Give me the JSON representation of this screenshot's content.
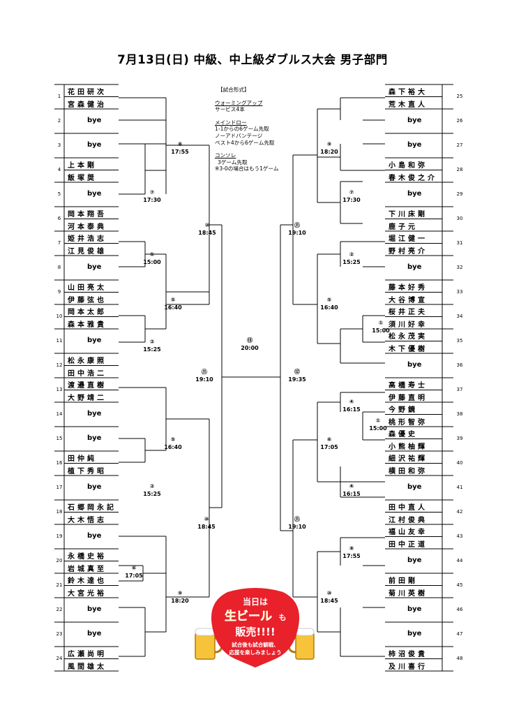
{
  "title": "7月13日(日)  中級、中上級ダブルス大会  男子部門",
  "rules": {
    "heading": "【試合形式】",
    "warmup_label": "ウォーミングアップ",
    "warmup_value": "サービス4本",
    "main_label": "メインドロー",
    "main_lines": [
      "1-1からの6ゲーム先取",
      "ノーアドバンテージ",
      "ベスト4から6ゲーム先取"
    ],
    "consolation_label": "コンソレ",
    "consolation_lines": [
      "3ゲーム先取",
      "※3-0の場合はもう1ゲーム"
    ]
  },
  "left_entries": [
    {
      "seed": "1",
      "players": [
        "花田研次",
        "宮森健治"
      ]
    },
    {
      "seed": "2",
      "players": [
        "bye"
      ]
    },
    {
      "seed": "3",
      "players": [
        "bye"
      ]
    },
    {
      "seed": "4",
      "players": [
        "上本剛",
        "飯塚奨"
      ]
    },
    {
      "seed": "5",
      "players": [
        "bye"
      ]
    },
    {
      "seed": "6",
      "players": [
        "岡本翔吾",
        "河本泰典"
      ]
    },
    {
      "seed": "7",
      "players": [
        "姫井浩志",
        "江見俊雄"
      ]
    },
    {
      "seed": "8",
      "players": [
        "bye"
      ]
    },
    {
      "seed": "9",
      "players": [
        "山田亮太",
        "伊藤弦也"
      ]
    },
    {
      "seed": "10",
      "players": [
        "岡本太郎",
        "森本雅貴"
      ]
    },
    {
      "seed": "11",
      "players": [
        "bye"
      ]
    },
    {
      "seed": "12",
      "players": [
        "松永康照",
        "田中浩二"
      ]
    },
    {
      "seed": "13",
      "players": [
        "渡邉直樹",
        "大野靖二"
      ]
    },
    {
      "seed": "14",
      "players": [
        "bye"
      ]
    },
    {
      "seed": "15",
      "players": [
        "bye"
      ]
    },
    {
      "seed": "16",
      "players": [
        "田仲純",
        "植下秀昭"
      ]
    },
    {
      "seed": "17",
      "players": [
        "bye"
      ]
    },
    {
      "seed": "18",
      "players": [
        "石郷岡永記",
        "大木悟志"
      ]
    },
    {
      "seed": "19",
      "players": [
        "bye"
      ]
    },
    {
      "seed": "20",
      "players": [
        "永橋史裕",
        "岩城真至"
      ]
    },
    {
      "seed": "21",
      "players": [
        "鈴木達也",
        "大宮光裕"
      ]
    },
    {
      "seed": "22",
      "players": [
        "bye"
      ]
    },
    {
      "seed": "23",
      "players": [
        "bye"
      ]
    },
    {
      "seed": "24",
      "players": [
        "広瀬尚明",
        "風間雄太"
      ]
    }
  ],
  "right_entries": [
    {
      "seed": "25",
      "players": [
        "森下裕大",
        "荒木直人"
      ]
    },
    {
      "seed": "26",
      "players": [
        "bye"
      ]
    },
    {
      "seed": "27",
      "players": [
        "bye"
      ]
    },
    {
      "seed": "28",
      "players": [
        "小島和弥",
        "春木俊之介"
      ]
    },
    {
      "seed": "29",
      "players": [
        "bye"
      ]
    },
    {
      "seed": "30",
      "players": [
        "下川床剛",
        "鹿子元"
      ]
    },
    {
      "seed": "31",
      "players": [
        "堀江健一",
        "野村亮介"
      ]
    },
    {
      "seed": "32",
      "players": [
        "bye"
      ]
    },
    {
      "seed": "33",
      "players": [
        "藤本好秀",
        "大谷博宣"
      ]
    },
    {
      "seed": "34",
      "players": [
        "桜井正夫",
        "須川好幸"
      ]
    },
    {
      "seed": "35",
      "players": [
        "松永茂実",
        "木下優樹"
      ]
    },
    {
      "seed": "36",
      "players": [
        "bye"
      ]
    },
    {
      "seed": "37",
      "players": [
        "高橋寿士",
        "伊藤直明"
      ]
    },
    {
      "seed": "38",
      "players": [
        "今野鏡",
        "桃形智弥"
      ]
    },
    {
      "seed": "39",
      "players": [
        "森優史",
        "小熊柚輝"
      ]
    },
    {
      "seed": "40",
      "players": [
        "細沢祐輝",
        "横田和弥"
      ]
    },
    {
      "seed": "41",
      "players": [
        "bye"
      ]
    },
    {
      "seed": "42",
      "players": [
        "田中直人",
        "江村俊典"
      ]
    },
    {
      "seed": "43",
      "players": [
        "福山友幸",
        "田中正道"
      ]
    },
    {
      "seed": "44",
      "players": [
        "bye"
      ]
    },
    {
      "seed": "45",
      "players": [
        "前田剛",
        "菊川英樹"
      ]
    },
    {
      "seed": "46",
      "players": [
        "bye"
      ]
    },
    {
      "seed": "47",
      "players": [
        "bye"
      ]
    },
    {
      "seed": "48",
      "players": [
        "柿沼俊貴",
        "及川喜行"
      ]
    }
  ],
  "match_labels": [
    {
      "court": "⑧",
      "time": "17:55"
    },
    {
      "court": "⑦",
      "time": "17:30"
    },
    {
      "court": "⑩",
      "time": "18:45"
    },
    {
      "court": "①",
      "time": "15:00"
    },
    {
      "court": "⑤",
      "time": "16:40"
    },
    {
      "court": "②",
      "time": "15:25"
    },
    {
      "court": "⑪",
      "time": "19:10"
    },
    {
      "court": "⑤",
      "time": "16:40"
    },
    {
      "court": "②",
      "time": "15:25"
    },
    {
      "court": "⑩",
      "time": "18:45"
    },
    {
      "court": "⑥",
      "time": "17:05"
    },
    {
      "court": "⑨",
      "time": "18:20"
    },
    {
      "court": "⑬",
      "time": "20:00"
    },
    {
      "court": "⑨",
      "time": "18:20"
    },
    {
      "court": "⑦",
      "time": "17:30"
    },
    {
      "court": "⑪",
      "time": "19:10"
    },
    {
      "court": "②",
      "time": "15:25"
    },
    {
      "court": "⑤",
      "time": "16:40"
    },
    {
      "court": "①",
      "time": "15:00"
    },
    {
      "court": "⑫",
      "time": "19:35"
    },
    {
      "court": "④",
      "time": "16:15"
    },
    {
      "court": "①",
      "time": "15:00"
    },
    {
      "court": "⑥",
      "time": "17:05"
    },
    {
      "court": "④",
      "time": "16:15"
    },
    {
      "court": "⑪",
      "time": "19:10"
    },
    {
      "court": "⑧",
      "time": "17:55"
    },
    {
      "court": "⑩",
      "time": "18:45"
    }
  ],
  "promo": {
    "line1": "当日は",
    "line2a": "生ビール",
    "line2b": "も",
    "line3": "販売!!!!",
    "line4": "試合後も試合観戦、",
    "line5": "応援を楽しみましょう"
  }
}
